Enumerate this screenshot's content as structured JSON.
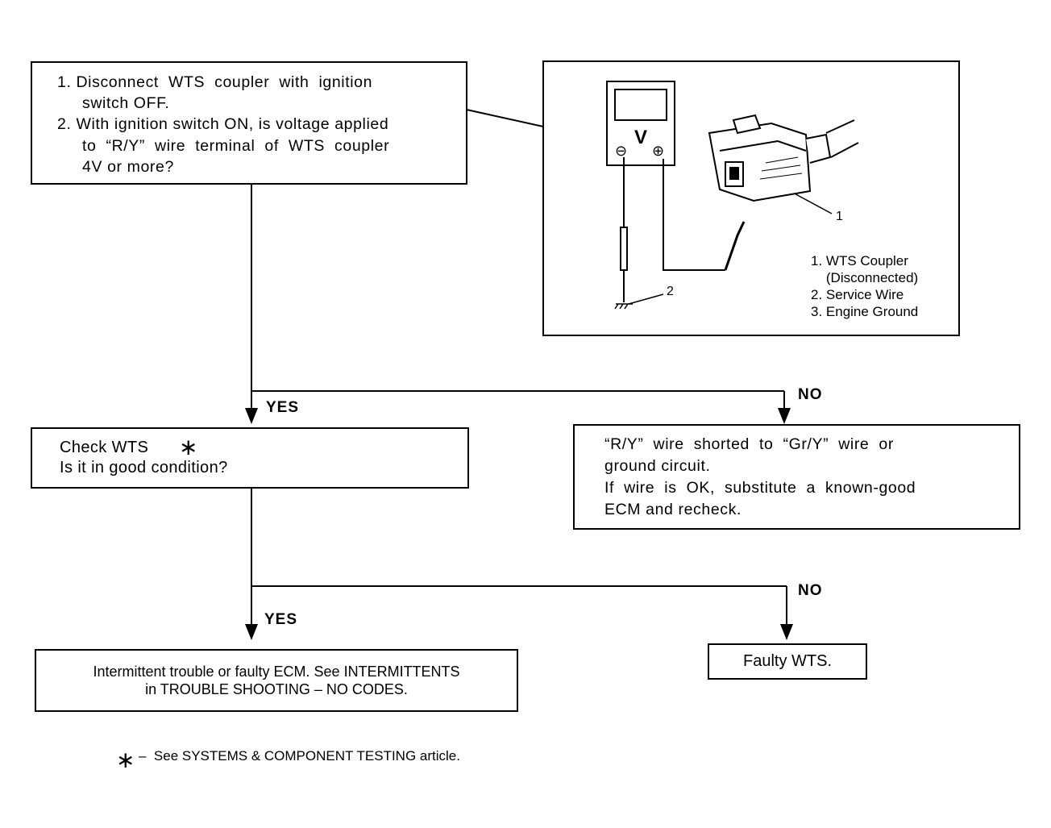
{
  "step1": {
    "line1a": "1. Disconnect  WTS  coupler  with  ignition",
    "line1b": "switch OFF.",
    "line2a": "2. With ignition switch ON, is voltage applied",
    "line2b": "to  “R/Y”  wire  terminal  of  WTS  coupler",
    "line2c": "4V or more?"
  },
  "illustration": {
    "meter_symbol": "V",
    "minus_symbol": "⊖",
    "plus_symbol": "⊕",
    "callout_1": "1",
    "callout_2": "2",
    "legend": [
      "1. WTS Coupler",
      "    (Disconnected)",
      "2. Service Wire",
      "3. Engine Ground"
    ]
  },
  "branch1": {
    "yes": "YES",
    "no": "NO"
  },
  "check_wts": {
    "line1": "Check WTS",
    "asterisk": "∗",
    "line2": "Is it in good condition?"
  },
  "no_result1": {
    "line1": "“R/Y”  wire  shorted  to  “Gr/Y”  wire  or",
    "line2": "ground circuit.",
    "line3": "If  wire  is  OK,  substitute  a  known-good",
    "line4": "ECM and recheck."
  },
  "branch2": {
    "yes": "YES",
    "no": "NO"
  },
  "yes_result2": {
    "line1": "Intermittent trouble or faulty ECM. See INTERMITTENTS",
    "line2": "in TROUBLE SHOOTING – NO CODES."
  },
  "no_result2": {
    "line1": "Faulty WTS."
  },
  "footnote": {
    "symbol": "∗",
    "text": "–  See SYSTEMS & COMPONENT TESTING article."
  }
}
